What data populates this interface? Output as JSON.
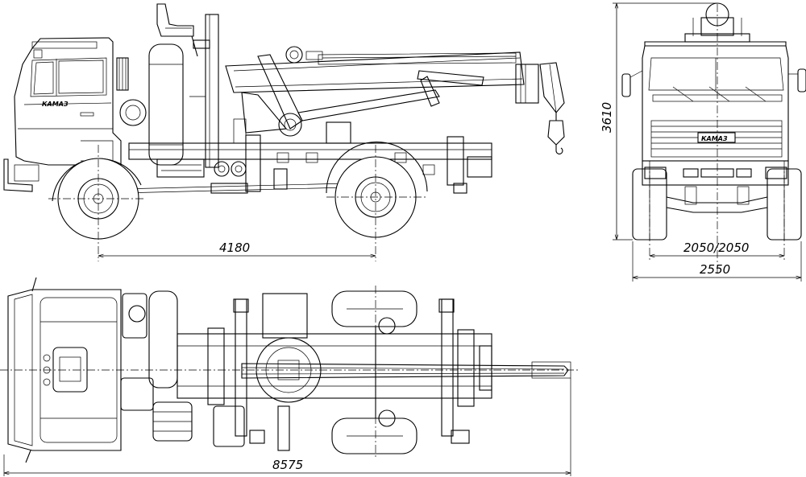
{
  "dimensions": {
    "wheelbase": "4180",
    "overall_height": "3610",
    "track": "2050/2050",
    "overall_width": "2550",
    "overall_length": "8575"
  },
  "brand_mark": "КАМАЗ"
}
